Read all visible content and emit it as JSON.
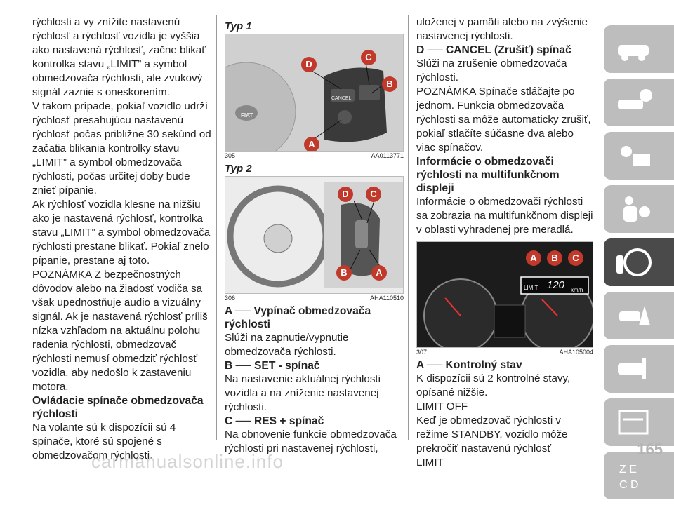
{
  "col1": {
    "p1": "rýchlosti a vy znížite nastavenú rýchlosť a rýchlosť vozidla je vyššia ako nastavená rýchlosť, začne blikať kontrolka stavu „LIMIT” a symbol obmedzovača rýchlosti, ale zvukový signál zaznie s oneskorením.",
    "p2": "V takom prípade, pokiaľ vozidlo udrží rýchlosť presahujúcu nastavenú rýchlosť počas približne 30 sekúnd od začatia blikania kontrolky stavu „LIMIT” a symbol obmedzovača rýchlosti, počas určitej doby bude znieť pípanie.",
    "p3": "Ak rýchlosť vozidla klesne na nižšiu ako je nastavená rýchlosť, kontrolka stavu „LIMIT” a symbol obmedzovača rýchlosti prestane blikať. Pokiaľ znelo pípanie, prestane aj toto.",
    "p4": "POZNÁMKA Z bezpečnostných dôvodov alebo na žiadosť vodiča sa však upednostňuje audio a vizuálny signál. Ak je nastavená rýchlosť príliš nízka vzhľadom na aktuálnu polohu radenia rýchlosti, obmedzovač rýchlosti nemusí obmedziť rýchlosť vozidla, aby nedošlo k zastaveniu motora.",
    "h1": "Ovládacie spínače obmedzovača rýchlosti",
    "p5": "Na volante sú k dispozícii sú 4 spínače, ktoré sú spojené s obmedzovačom rýchlosti."
  },
  "col2": {
    "typ1": "Typ 1",
    "fig305_num": "305",
    "fig305_code": "AA0113771",
    "typ2": "Typ 2",
    "fig306_num": "306",
    "fig306_code": "AHA110510",
    "hA": "A ── Vypínač obmedzovača rýchlosti",
    "pA": "Slúži na zapnutie/vypnutie obmedzovača rýchlosti.",
    "hB": "B ── SET - spínač",
    "pB": "Na nastavenie aktuálnej rýchlosti vozidla a na zníženie nastavenej rýchlosti.",
    "hC": "C ── RES + spínač",
    "pC": "Na obnovenie funkcie obmedzovača rýchlosti pri nastavenej rýchlosti,"
  },
  "col3": {
    "p1": "uloženej v pamäti alebo na zvýšenie nastavenej rýchlosti.",
    "hD": "D ── CANCEL (Zrušiť) spínač",
    "pD": "Slúži na zrušenie obmedzovača rýchlosti.",
    "p2": "POZNÁMKA Spínače stláčajte po jednom. Funkcia obmedzovača rýchlosti sa môže automaticky zrušiť, pokiaľ stlačíte súčasne dva alebo viac spínačov.",
    "hInfo": "Informácie o obmedzovači rýchlosti na multifunkčnom displeji",
    "p3": "Informácie o obmedzovači rýchlosti sa zobrazia na multifunkčnom displeji v oblasti vyhradenej pre meradlá.",
    "fig307_num": "307",
    "fig307_code": "AHA105004",
    "hA2": "A ── Kontrolný stav",
    "p4": "K dispozícii sú 2 kontrolné stavy, opísané nižšie.",
    "p5": "LIMIT OFF",
    "p6": "Keď je obmedzovač rýchlosti v režime STANDBY, vozidlo môže prekročiť nastavenú rýchlosť",
    "p7": "LIMIT"
  },
  "figures": {
    "cancel_label": "CANCEL",
    "brand_label": "FIAT",
    "display_limit": "LIMIT",
    "display_speed": "120",
    "display_unit": "km/h",
    "badge_a": "A",
    "badge_b": "B",
    "badge_c": "C",
    "badge_d": "D"
  },
  "page_number": "165",
  "watermark": "carmanualsonline.info",
  "colors": {
    "badge": "#c0392b",
    "sidebar_tab": "#bdbdbd",
    "sidebar_active": "#4a4a4a"
  }
}
